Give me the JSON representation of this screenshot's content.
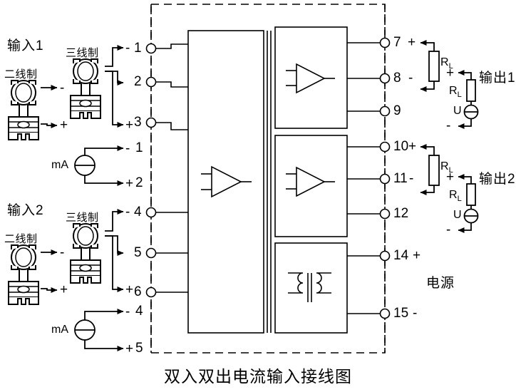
{
  "title": "双入双出电流输入接线图",
  "inputs": [
    {
      "group_label": "输入1",
      "two_wire_label": "二线制",
      "three_wire_label": "三线制",
      "two_wire_signs": [
        "-",
        "+"
      ],
      "three_wire_signs": [
        "-",
        "+"
      ],
      "terminals": [
        "1",
        "2",
        "3"
      ],
      "source_label": "mA",
      "source_terminals": [
        {
          "sign": "-",
          "num": "1"
        },
        {
          "sign": "+",
          "num": "2"
        }
      ]
    },
    {
      "group_label": "输入2",
      "two_wire_label": "二线制",
      "three_wire_label": "三线制",
      "two_wire_signs": [
        "-",
        "+"
      ],
      "three_wire_signs": [
        "-",
        "+"
      ],
      "terminals": [
        "4",
        "5",
        "6"
      ],
      "source_label": "mA",
      "source_terminals": [
        {
          "sign": "-",
          "num": "4"
        },
        {
          "sign": "+",
          "num": "5"
        }
      ]
    }
  ],
  "outputs": [
    {
      "group_label": "输出1",
      "terminals": [
        {
          "num": "7",
          "sign": "+"
        },
        {
          "num": "8",
          "sign": "-"
        },
        {
          "num": "9",
          "sign": ""
        }
      ],
      "load_label": "R",
      "load_sub": "L",
      "source_load_label": "R",
      "source_load_sub": "L",
      "source_label": "U",
      "source_signs": [
        "+",
        "-"
      ]
    },
    {
      "group_label": "输出2",
      "terminals": [
        {
          "num": "10",
          "sign": "+"
        },
        {
          "num": "11",
          "sign": "-"
        },
        {
          "num": "12",
          "sign": ""
        }
      ],
      "load_label": "R",
      "load_sub": "L",
      "source_load_label": "R",
      "source_load_sub": "L",
      "source_label": "U",
      "source_signs": [
        "+",
        "-"
      ]
    }
  ],
  "power": {
    "group_label": "电源",
    "terminals": [
      {
        "num": "14",
        "sign": "+"
      },
      {
        "num": "15",
        "sign": "-"
      }
    ]
  },
  "blocks": {
    "input_block_symbol": "amplifier-triangle",
    "output_block_symbol": "amplifier-triangle",
    "power_block_symbol": "transformer"
  },
  "colors": {
    "line": "#000000",
    "background": "#ffffff"
  }
}
